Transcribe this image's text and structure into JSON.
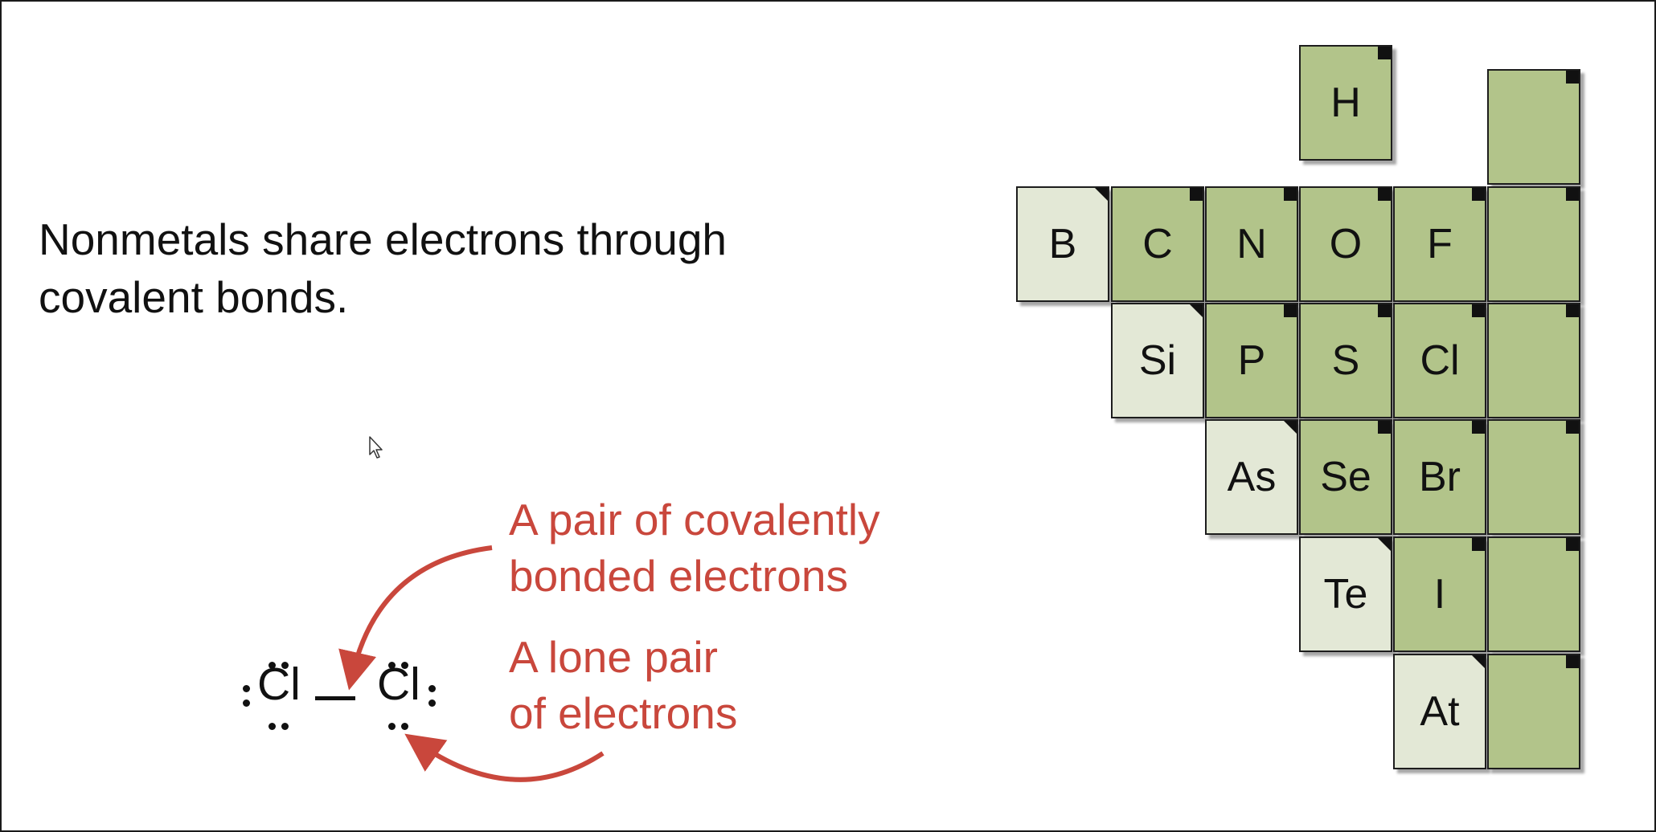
{
  "slide": {
    "title_line1": "Nonmetals share electrons through",
    "title_line2": "covalent bonds."
  },
  "lewis": {
    "left_atom": "Cl",
    "right_atom": "Cl"
  },
  "annotations": {
    "bonded_line1": "A pair of covalently",
    "bonded_line2": "bonded electrons",
    "lone_line1": "A lone pair",
    "lone_line2": "of electrons",
    "color": "#c9473c"
  },
  "periodic_table": {
    "colors": {
      "nonmetal": "#b2c48a",
      "metalloid": "#e3e8d6"
    },
    "cells": [
      {
        "symbol": "H",
        "type": "nonmetal"
      },
      {
        "symbol": "",
        "type": "nonmetal"
      },
      {
        "symbol": "B",
        "type": "metalloid"
      },
      {
        "symbol": "C",
        "type": "nonmetal"
      },
      {
        "symbol": "N",
        "type": "nonmetal"
      },
      {
        "symbol": "O",
        "type": "nonmetal"
      },
      {
        "symbol": "F",
        "type": "nonmetal"
      },
      {
        "symbol": "",
        "type": "nonmetal"
      },
      {
        "symbol": "Si",
        "type": "metalloid"
      },
      {
        "symbol": "P",
        "type": "nonmetal"
      },
      {
        "symbol": "S",
        "type": "nonmetal"
      },
      {
        "symbol": "Cl",
        "type": "nonmetal"
      },
      {
        "symbol": "",
        "type": "nonmetal"
      },
      {
        "symbol": "As",
        "type": "metalloid"
      },
      {
        "symbol": "Se",
        "type": "nonmetal"
      },
      {
        "symbol": "Br",
        "type": "nonmetal"
      },
      {
        "symbol": "",
        "type": "nonmetal"
      },
      {
        "symbol": "Te",
        "type": "metalloid"
      },
      {
        "symbol": "I",
        "type": "nonmetal"
      },
      {
        "symbol": "",
        "type": "nonmetal"
      },
      {
        "symbol": "At",
        "type": "metalloid"
      },
      {
        "symbol": "",
        "type": "nonmetal"
      }
    ]
  }
}
